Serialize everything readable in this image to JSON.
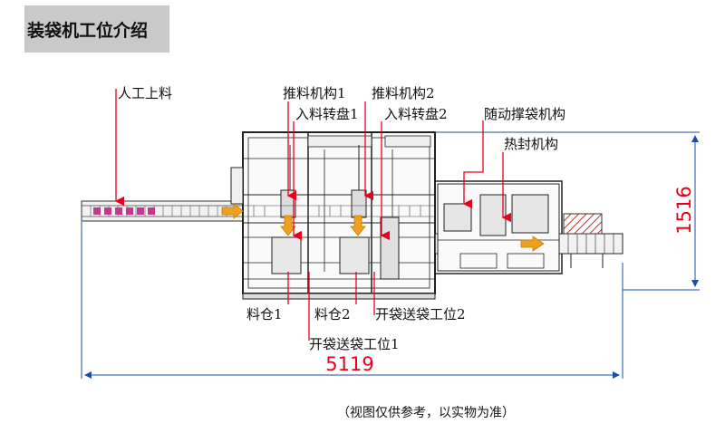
{
  "header": {
    "title": "装袋机工位介绍"
  },
  "labels": {
    "manual_feed": "人工上料",
    "pusher_1": "推料机构1",
    "turntable_1": "入料转盘1",
    "pusher_2": "推料机构2",
    "turntable_2": "入料转盘2",
    "bag_opener": "随动撑袋机构",
    "heat_seal": "热封机构",
    "bin_1": "料仓1",
    "bin_2": "料仓2",
    "station_2": "开袋送袋工位2",
    "station_1": "开袋送袋工位1"
  },
  "dimensions": {
    "width": "5119",
    "height": "1516"
  },
  "footnote": "（视图仅供参考，以实物为准）",
  "colors": {
    "callout": "#e8001c",
    "dimension": "#1a4fa8",
    "flow_arrow": "#f0a020",
    "product": "#c23a8c"
  }
}
